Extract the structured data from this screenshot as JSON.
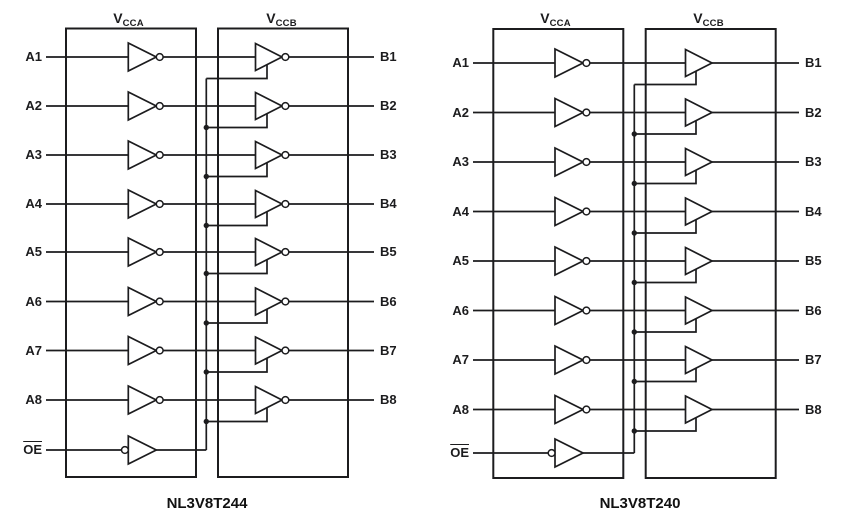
{
  "figure": {
    "ink_color": "#1c1c1e",
    "background_color": "#ffffff"
  },
  "diagrams": [
    {
      "caption": "NL3V8T244",
      "supply_a": {
        "base": "V",
        "sub": "CCA"
      },
      "supply_b": {
        "base": "V",
        "sub": "CCB"
      },
      "inputs": [
        "A1",
        "A2",
        "A3",
        "A4",
        "A5",
        "A6",
        "A7",
        "A8"
      ],
      "outputs": [
        "B1",
        "B2",
        "B3",
        "B4",
        "B5",
        "B6",
        "B7",
        "B8"
      ],
      "enable": {
        "label": "OE",
        "overline": true,
        "bubble": "input"
      },
      "stage1": "inverter",
      "stage2": "inverter",
      "channels": 8
    },
    {
      "caption": "NL3V8T240",
      "supply_a": {
        "base": "V",
        "sub": "CCA"
      },
      "supply_b": {
        "base": "V",
        "sub": "CCB"
      },
      "inputs": [
        "A1",
        "A2",
        "A3",
        "A4",
        "A5",
        "A6",
        "A7",
        "A8"
      ],
      "outputs": [
        "B1",
        "B2",
        "B3",
        "B4",
        "B5",
        "B6",
        "B7",
        "B8"
      ],
      "enable": {
        "label": "OE",
        "overline": true,
        "bubble": "input"
      },
      "stage1": "inverter",
      "stage2": "buffer",
      "channels": 8
    }
  ]
}
